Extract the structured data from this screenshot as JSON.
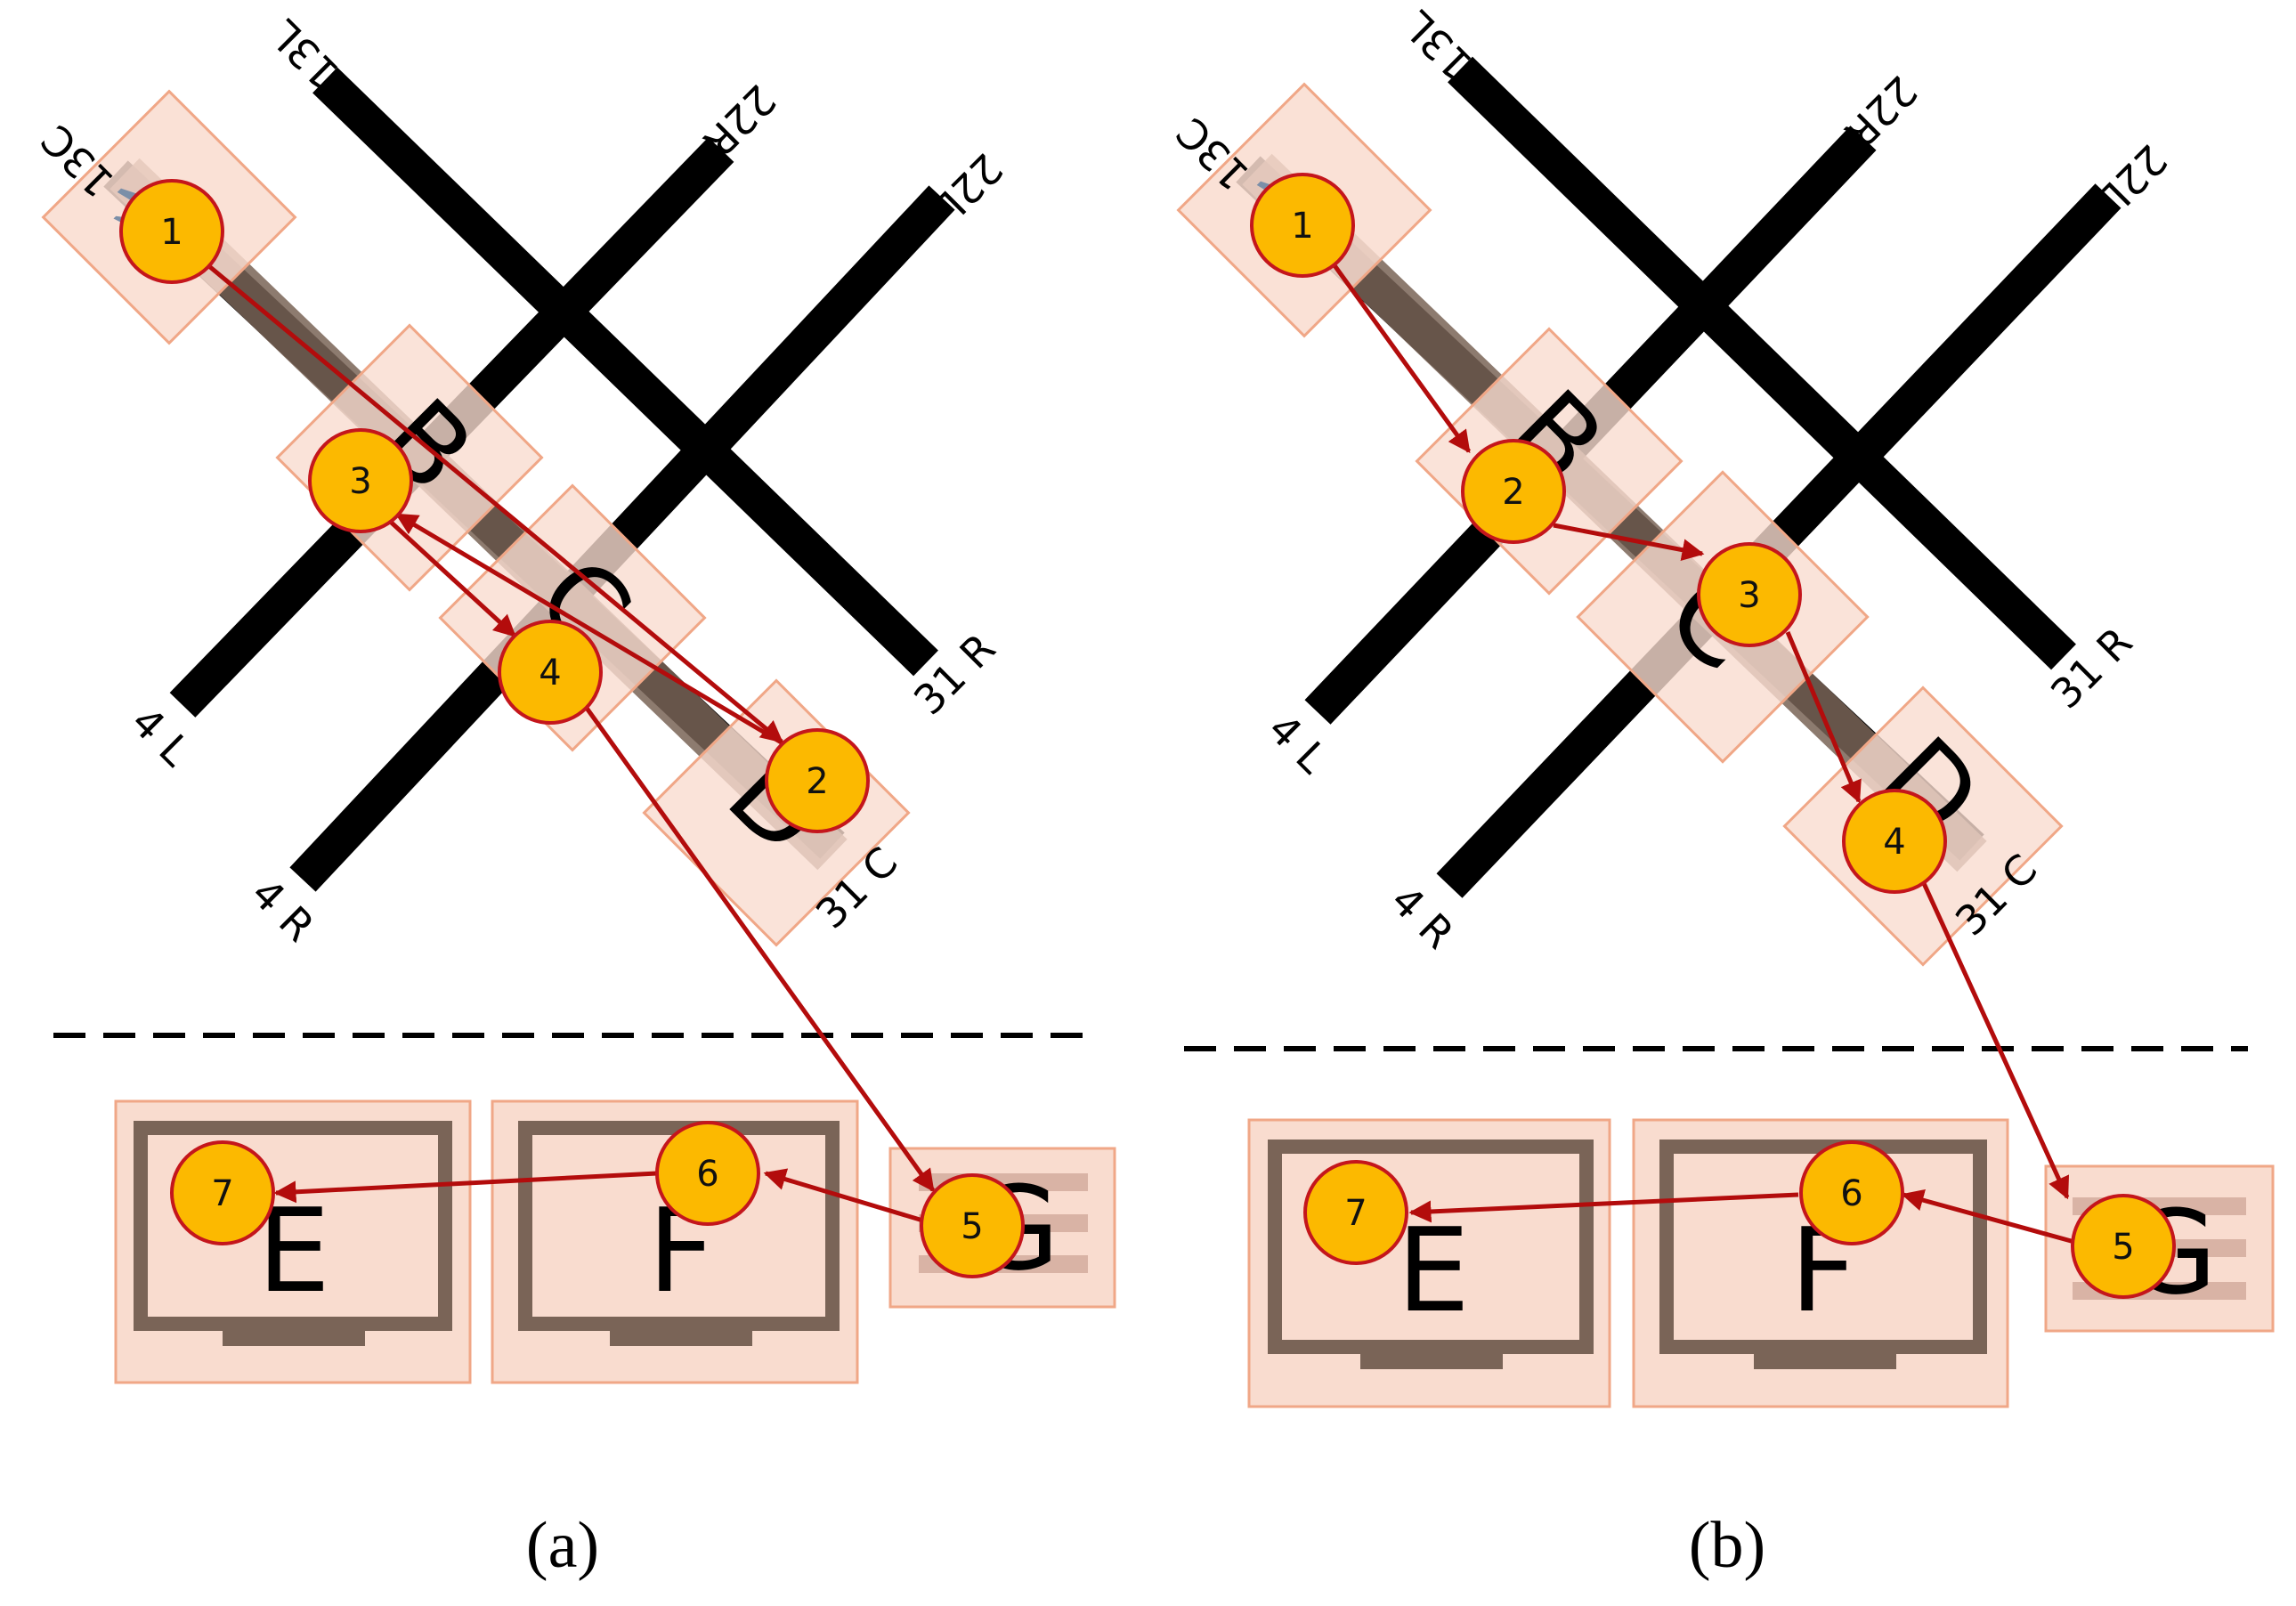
{
  "panels": [
    {
      "caption": "(a)",
      "runway_labels": {
        "r13L": "13L",
        "r13C": "13C",
        "r22R": "22R",
        "r22L": "22L",
        "r4L": "4 L",
        "r4R": "4 R",
        "r31R": "31 R",
        "r31C": "31 C"
      },
      "box_letters": {
        "B": "B",
        "C": "C",
        "D": "D",
        "E": "E",
        "F": "F",
        "G": "G"
      },
      "steps": [
        "1",
        "2",
        "3",
        "4",
        "5",
        "6",
        "7"
      ]
    },
    {
      "caption": "(b)",
      "runway_labels": {
        "r13L": "13L",
        "r13C": "13C",
        "r22R": "22R",
        "r22L": "22L",
        "r4L": "4 L",
        "r4R": "4 R",
        "r31R": "31 R",
        "r31C": "31 C"
      },
      "box_letters": {
        "B": "B",
        "C": "C",
        "D": "D",
        "E": "E",
        "F": "F",
        "G": "G"
      },
      "steps": [
        "1",
        "2",
        "3",
        "4",
        "5",
        "6",
        "7"
      ]
    }
  ],
  "colors": {
    "runway": "#000000",
    "taxi_band": "#7a6457",
    "zone_fill": "#f9dccf",
    "zone_stroke": "#f0a787",
    "gate_frame": "#7a6457",
    "arrow": "#b30c0c",
    "marker_fill": "#fcb900",
    "marker_stroke": "#c4161c"
  },
  "icons": {
    "aircraft": "aircraft-icon",
    "gate": "gate-monitor-icon",
    "queue": "queue-icon"
  }
}
